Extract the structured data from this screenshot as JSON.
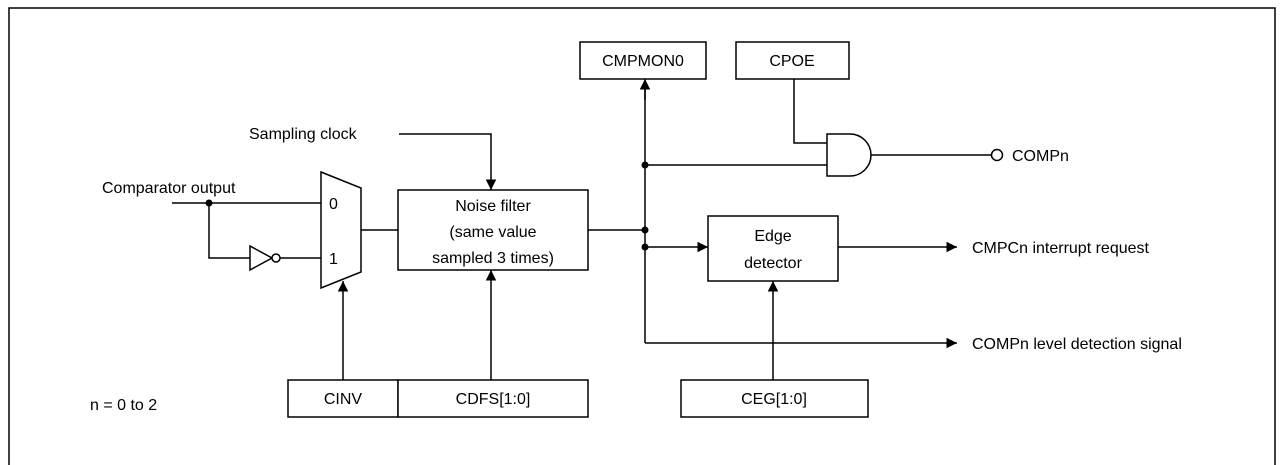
{
  "diagram": {
    "signals": {
      "comparator_output": "Comparator output",
      "sampling_clock": "Sampling clock",
      "compn": "COMPn",
      "cmpcn_interrupt": "CMPCn interrupt request",
      "compn_level": "COMPn level detection signal"
    },
    "mux": {
      "input0": "0",
      "input1": "1"
    },
    "blocks": {
      "noise_filter": [
        "Noise filter",
        "(same value",
        "sampled 3 times)"
      ],
      "edge_detector": [
        "Edge",
        "detector"
      ]
    },
    "registers": {
      "cmpmon0": "CMPMON0",
      "cpoe": "CPOE",
      "cinv": "CINV",
      "cdfs": "CDFS[1:0]",
      "ceg": "CEG[1:0]"
    },
    "note": "n = 0 to 2"
  }
}
